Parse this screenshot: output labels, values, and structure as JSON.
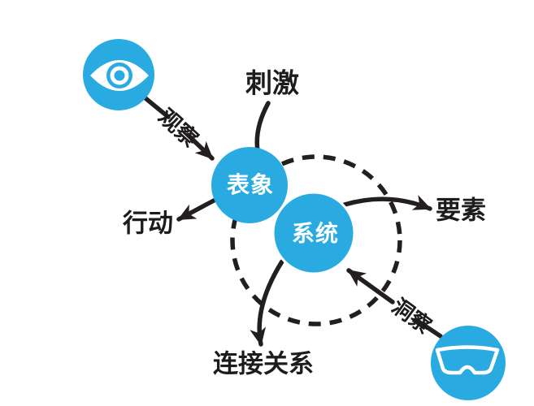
{
  "diagram": {
    "node_labels": {
      "surface": "表象",
      "system": "系统"
    },
    "edge_labels": {
      "stimulus": "刺激",
      "observe": "观察",
      "action": "行动",
      "elements": "要素",
      "connections": "连接关系",
      "insight": "洞察"
    },
    "icons": {
      "top_left_node": "eye-icon",
      "bottom_right_node": "goggles-icon"
    },
    "colors": {
      "accent_blue": "#29ABE2",
      "ink_black": "#231F20",
      "label_text": "#1D1C1A",
      "node_text": "#FFFFFF",
      "background": "#FFFFFF"
    }
  }
}
